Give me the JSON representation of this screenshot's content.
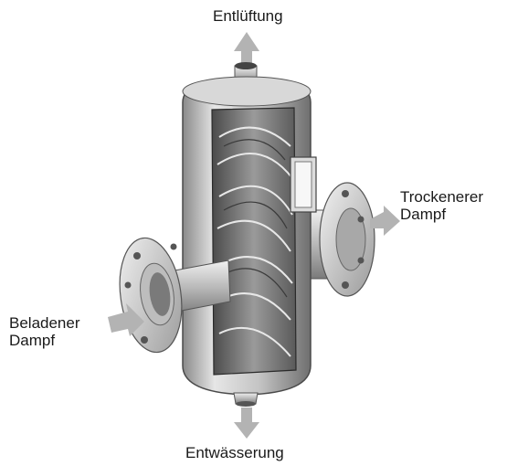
{
  "labels": {
    "vent": "Entlüftung",
    "drain": "Entwässerung",
    "dry_steam": {
      "line1": "Trockenerer",
      "line2": "Dampf"
    },
    "wet_steam": {
      "line1": "Beladener",
      "line2": "Dampf"
    }
  },
  "colors": {
    "background": "#ffffff",
    "body_metal": "#c9c9c9",
    "body_dark": "#6e6e6e",
    "flow_arrow": "#b3b3b3",
    "text": "#1a1a1a"
  }
}
